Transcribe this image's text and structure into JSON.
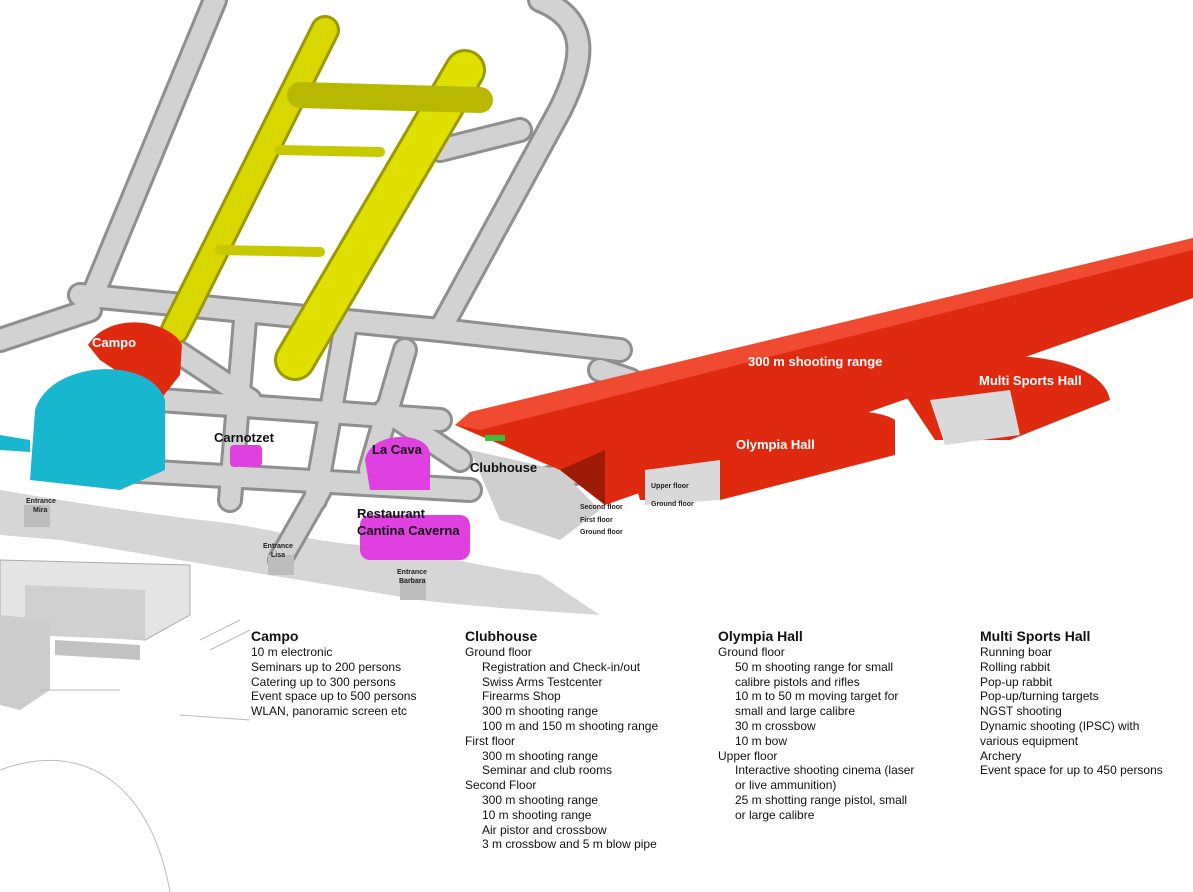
{
  "map_labels": {
    "campo": "Campo",
    "carnotzet": "Carnotzet",
    "la_cava": "La Cava",
    "clubhouse": "Clubhouse",
    "restaurant_line1": "Restaurant",
    "restaurant_line2": "Cantina Caverna",
    "range_300m": "300 m shooting range",
    "multi_sports_hall": "Multi Sports Hall",
    "olympia_hall": "Olympia Hall",
    "olympia_upper_floor": "Upper floor",
    "olympia_ground_floor": "Ground floor",
    "clubhouse_second_floor": "Second floor",
    "clubhouse_first_floor": "First floor",
    "clubhouse_ground_floor": "Ground floor",
    "entrance_mira": [
      "Entrance",
      "Mira"
    ],
    "entrance_lisa": [
      "Entrance",
      "Lisa"
    ],
    "entrance_barbara": [
      "Entrance",
      "Barbara"
    ]
  },
  "legend": {
    "campo": {
      "title": "Campo",
      "lines": [
        {
          "text": "10 m electronic",
          "indent": false
        },
        {
          "text": "Seminars up to 200 persons",
          "indent": false
        },
        {
          "text": "Catering up to 300 persons",
          "indent": false
        },
        {
          "text": "Event space up to 500 persons",
          "indent": false
        },
        {
          "text": "WLAN, panoramic screen etc",
          "indent": false
        }
      ]
    },
    "clubhouse": {
      "title": "Clubhouse",
      "lines": [
        {
          "text": "Ground floor",
          "indent": false
        },
        {
          "text": "Registration and Check-in/out",
          "indent": true
        },
        {
          "text": "Swiss Arms Testcenter",
          "indent": true
        },
        {
          "text": "Firearms Shop",
          "indent": true
        },
        {
          "text": "300 m shooting range",
          "indent": true
        },
        {
          "text": "100 m and 150 m shooting range",
          "indent": true
        },
        {
          "text": "First floor",
          "indent": false
        },
        {
          "text": "300 m shooting range",
          "indent": true
        },
        {
          "text": "Seminar and club rooms",
          "indent": true
        },
        {
          "text": "Second Floor",
          "indent": false
        },
        {
          "text": "300 m shooting range",
          "indent": true
        },
        {
          "text": "10 m shooting range",
          "indent": true
        },
        {
          "text": "Air pistor and crossbow",
          "indent": true
        },
        {
          "text": "3 m crossbow and 5 m blow pipe",
          "indent": true
        }
      ]
    },
    "olympia": {
      "title": "Olympia Hall",
      "lines": [
        {
          "text": "Ground floor",
          "indent": false
        },
        {
          "text": "50 m shooting range for small",
          "indent": true
        },
        {
          "text": "calibre pistols and rifles",
          "indent": true
        },
        {
          "text": "10 m to 50 m moving target for",
          "indent": true
        },
        {
          "text": "small and large calibre",
          "indent": true
        },
        {
          "text": "30 m crossbow",
          "indent": true
        },
        {
          "text": "10 m bow",
          "indent": true
        },
        {
          "text": "Upper floor",
          "indent": false
        },
        {
          "text": "Interactive shooting cinema (laser",
          "indent": true
        },
        {
          "text": "or live ammunition)",
          "indent": true
        },
        {
          "text": "25 m shotting range pistol, small",
          "indent": true
        },
        {
          "text": "or large calibre",
          "indent": true
        }
      ]
    },
    "multi": {
      "title": "Multi Sports Hall",
      "lines": [
        {
          "text": "Running boar",
          "indent": false
        },
        {
          "text": "Rolling rabbit",
          "indent": false
        },
        {
          "text": "Pop-up rabbit",
          "indent": false
        },
        {
          "text": "Pop-up/turning targets",
          "indent": false
        },
        {
          "text": "NGST shooting",
          "indent": false
        },
        {
          "text": "Dynamic shooting (IPSC) with",
          "indent": false
        },
        {
          "text": "various equipment",
          "indent": false
        },
        {
          "text": "Archery",
          "indent": false
        },
        {
          "text": "Event space for up to 450 persons",
          "indent": false
        }
      ]
    }
  },
  "colors": {
    "tunnel": "#c9c9c9",
    "tunnel_dark": "#8f8f8f",
    "yellow": "#d8d800",
    "red": "#e02a10",
    "cyan": "#19b6d0",
    "magenta": "#e040e0"
  }
}
